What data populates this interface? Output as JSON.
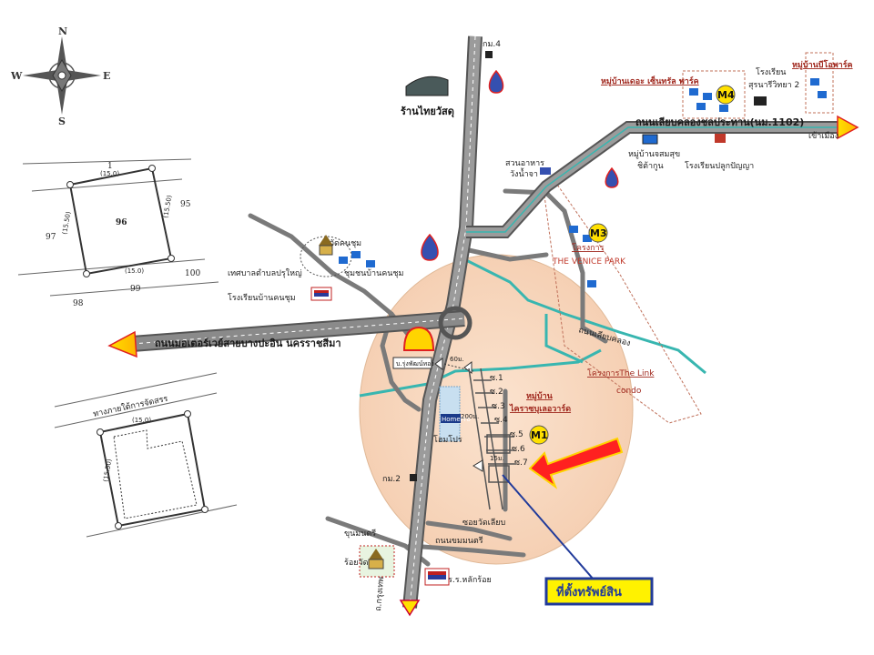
{
  "compass": {
    "n": "N",
    "s": "S",
    "e": "E",
    "w": "W"
  },
  "plot_top": {
    "number": "96",
    "neighbors": {
      "north": "1",
      "east": "95",
      "west": "97",
      "sw": "98",
      "south": "99",
      "se": "100"
    },
    "dims": {
      "top": "(15.0)",
      "bottom": "(15.0)",
      "left": "(15.50)",
      "right": "(15.50)"
    }
  },
  "plot_bottom": {
    "label": "ทางภายใต้การจัดสรร",
    "dims": {
      "top": "(15.0)",
      "left": "(15.50)"
    }
  },
  "roads": {
    "km4": "กม.4",
    "km2": "กม.2",
    "highway_right": "ถนนเลียบคลองชลประทาน(นม.1102)",
    "motorway": "ถนนมอเตอร์เวย์สายบางปะอิน นครราชสีมา",
    "bottom_road": "ถนนขมมนตรี",
    "soi": "ซอยวัดเลียบ",
    "road_south": "ขุนมนตรี",
    "road_south2": "ถ.กรุงเทพ",
    "canal": "ถนนเลียบคลอง"
  },
  "places": {
    "thai_watsadu": "ร้านไทยวัสดุ",
    "m4_village": "หมู่บ้านเดอะ เซ็นทรัล พาร์ค",
    "m4": "M4",
    "right_village": "หมู่บ้านบีโอพาร์ค",
    "school_r1": "โรงเรียน",
    "school_r1b": "สุรนารีวิทยา 2",
    "school_r2": "โรงเรียนปลูกปัญญา",
    "village_somsuk": "หมู่บ้านจสมสุข",
    "village_somsuk2": "ชิต้ากูน",
    "right_tag": "เข้าเมือง",
    "restaurant": "สวนอาหาร",
    "restaurant2": "วังน้ำจา",
    "m3": "M3",
    "venice1": "โครงการ",
    "venice2": "THE VENICE PARK",
    "link1": "โครงการThe Link",
    "link2": "condo",
    "temple": "วัดคนชุม",
    "municipality": "เทศบาลตำบลปรุใหญ่",
    "community": "ชุมชนบ้านคนชุม",
    "school_l": "โรงเรียนบ้านคนชุม",
    "gas": "บ.รุ่งพัฒน์ทอง",
    "village_main1": "หมู่บ้าน",
    "village_main2": "ไคราซบุเลอวาร์ด",
    "m1": "M1",
    "homepro": "โฮมโปร",
    "homepro_logo": "HomePro",
    "temple_s": "ร้อยวัด",
    "school_s": "ร.ร.หลักร้อย",
    "property": "ที่ตั้งทรัพย์สิน"
  },
  "measures": {
    "d60": "60ม.",
    "d15": "15ม.",
    "d200": "200ม."
  },
  "soi_labels": [
    "ซ.1",
    "ซ.2",
    "ซ.3",
    "ซ.4",
    "ซ.5",
    "ซ.6",
    "ซ.7"
  ],
  "colors": {
    "road": "#6d6d6d",
    "canal": "#38b6b0",
    "zone": "#f6d6bf",
    "arrow": "#ff2020",
    "callout_border": "#203a9a",
    "callout_bg": "#fff200",
    "link": "#a0281e"
  }
}
